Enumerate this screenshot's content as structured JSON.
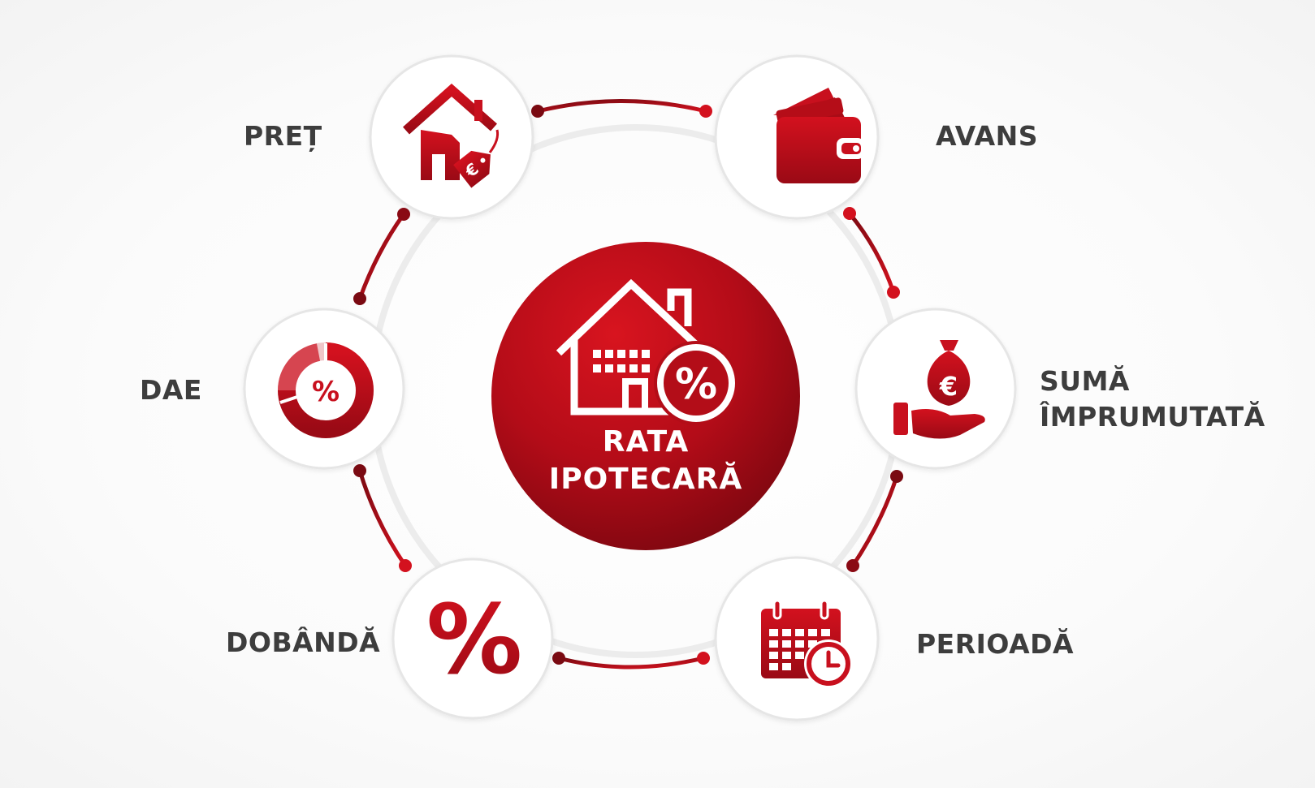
{
  "center": {
    "title_line1": "RATA",
    "title_line2": "IPOTECARĂ",
    "icon": "house-percent-icon"
  },
  "factors": [
    {
      "id": "pret",
      "label": "PREȚ",
      "icon": "house-price-tag-icon"
    },
    {
      "id": "avans",
      "label": "AVANS",
      "icon": "wallet-icon"
    },
    {
      "id": "suma",
      "label_line1": "SUMĂ",
      "label_line2": "ÎMPRUMUTATĂ",
      "icon": "hand-money-bag-icon"
    },
    {
      "id": "perioada",
      "label": "PERIOADĂ",
      "icon": "calendar-clock-icon"
    },
    {
      "id": "dobanda",
      "label": "DOBÂNDĂ",
      "icon": "percent-icon"
    },
    {
      "id": "dae",
      "label": "DAE",
      "icon": "percent-donut-icon"
    }
  ],
  "colors": {
    "accent": "#c8101e",
    "accent_dark": "#8a0a14",
    "label": "#3d3d3d",
    "node_border": "#e6e6e6"
  }
}
